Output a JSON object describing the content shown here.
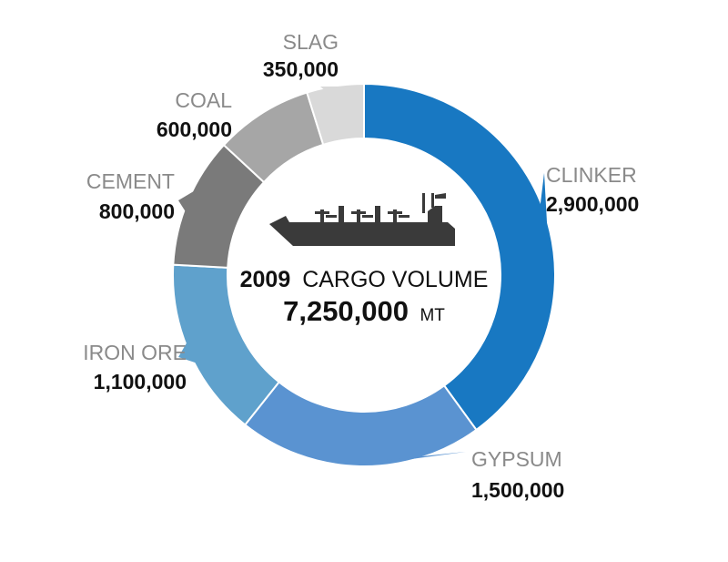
{
  "chart_data": {
    "type": "pie",
    "style": "donut",
    "center": {
      "year": "2009",
      "title": "CARGO VOLUME",
      "total": "7,250,000",
      "unit": "MT",
      "icon": "cargo-ship-icon"
    },
    "series": [
      {
        "name": "CLINKER",
        "value": 2900000,
        "value_label": "2,900,000",
        "color": "#1878c2"
      },
      {
        "name": "GYPSUM",
        "value": 1500000,
        "value_label": "1,500,000",
        "color": "#5a93d1"
      },
      {
        "name": "IRON ORE",
        "value": 1100000,
        "value_label": "1,100,000",
        "color": "#5fa1cc"
      },
      {
        "name": "CEMENT",
        "value": 800000,
        "value_label": "800,000",
        "color": "#7a7a7a"
      },
      {
        "name": "COAL",
        "value": 600000,
        "value_label": "600,000",
        "color": "#a6a6a6"
      },
      {
        "name": "SLAG",
        "value": 350000,
        "value_label": "350,000",
        "color": "#d9d9d9"
      }
    ],
    "colors": {
      "label_name": "#8a8a8a",
      "label_value": "#111111",
      "ship": "#3a3a3a"
    }
  }
}
